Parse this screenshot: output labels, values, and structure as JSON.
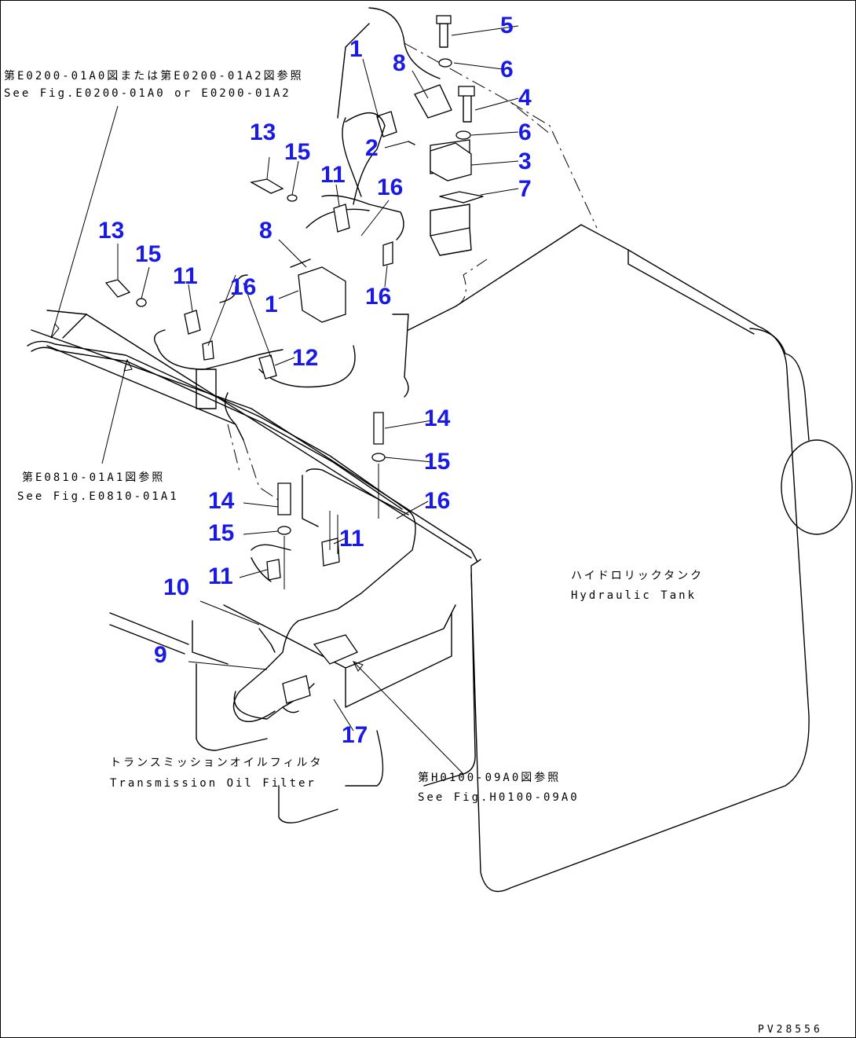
{
  "callouts": [
    {
      "label": "5"
    },
    {
      "label": "1"
    },
    {
      "label": "8"
    },
    {
      "label": "6"
    },
    {
      "label": "4"
    },
    {
      "label": "6"
    },
    {
      "label": "2"
    },
    {
      "label": "3"
    },
    {
      "label": "7"
    },
    {
      "label": "13"
    },
    {
      "label": "15"
    },
    {
      "label": "11"
    },
    {
      "label": "16"
    },
    {
      "label": "8"
    },
    {
      "label": "13"
    },
    {
      "label": "15"
    },
    {
      "label": "11"
    },
    {
      "label": "16"
    },
    {
      "label": "1"
    },
    {
      "label": "16"
    },
    {
      "label": "12"
    },
    {
      "label": "14"
    },
    {
      "label": "15"
    },
    {
      "label": "16"
    },
    {
      "label": "14"
    },
    {
      "label": "15"
    },
    {
      "label": "11"
    },
    {
      "label": "11"
    },
    {
      "label": "10"
    },
    {
      "label": "9"
    },
    {
      "label": "17"
    }
  ],
  "notes": {
    "ref_top_jp": "第E0200-01A0図または第E0200-01A2図参照",
    "ref_top_en": "See Fig.E0200-01A0 or E0200-01A2",
    "ref_mid_jp": "第E0810-01A1図参照",
    "ref_mid_en": "See Fig.E0810-01A1",
    "tank_jp": "ハイドロリックタンク",
    "tank_en": "Hydraulic Tank",
    "filter_jp": "トランスミッションオイルフィルタ",
    "filter_en": "Transmission Oil Filter",
    "ref_bot_jp": "第H0100-09A0図参照",
    "ref_bot_en": "See Fig.H0100-09A0"
  },
  "drawing_id": "PV28556"
}
